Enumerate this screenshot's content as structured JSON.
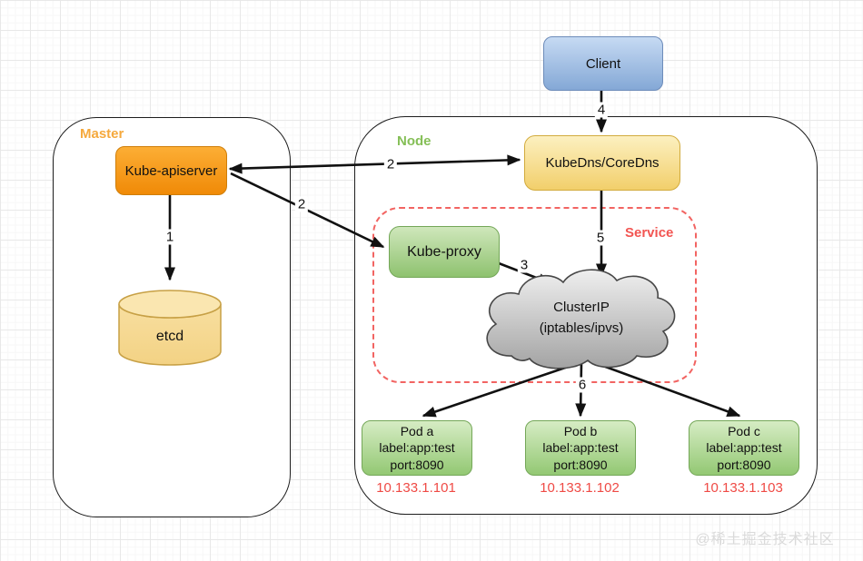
{
  "diagram": {
    "watermark": "@稀土掘金技术社区",
    "containers": {
      "master": {
        "label": "Master"
      },
      "node": {
        "label": "Node"
      },
      "service": {
        "label": "Service"
      }
    },
    "nodes": {
      "client": {
        "label": "Client"
      },
      "kube_apiserver": {
        "label": "Kube-apiserver"
      },
      "etcd": {
        "label": "etcd"
      },
      "kube_dns": {
        "label": "KubeDns/CoreDns"
      },
      "kube_proxy": {
        "label": "Kube-proxy"
      },
      "cluster_ip": {
        "line1": "ClusterIP",
        "line2": "(iptables/ipvs)"
      },
      "pods": [
        {
          "name": "Pod a",
          "selector": "label:app:test",
          "port": "port:8090",
          "ip": "10.133.1.101"
        },
        {
          "name": "Pod b",
          "selector": "label:app:test",
          "port": "port:8090",
          "ip": "10.133.1.102"
        },
        {
          "name": "Pod c",
          "selector": "label:app:test",
          "port": "port:8090",
          "ip": "10.133.1.103"
        }
      ]
    },
    "edges": {
      "apiserver_to_etcd": "1",
      "apiserver_dns_sync": "2",
      "apiserver_to_proxy": "2",
      "proxy_to_clusterip": "3",
      "client_to_dns": "4",
      "dns_to_clusterip": "5",
      "clusterip_to_pods": "6"
    },
    "colors": {
      "client_fill": "#84a8d6",
      "apiserver_fill": "#f08a07",
      "dns_fill": "#f2cf6b",
      "proxy_fill": "#8ec26f",
      "pod_fill": "#93c873",
      "etcd_fill": "#f6d88e",
      "cloud_fill": "#b9b9b9",
      "service_dash": "#f26462",
      "ip_text": "#ef4a45",
      "master_label": "#f5a93d",
      "node_label": "#85bf57",
      "arrow": "#111111"
    }
  }
}
